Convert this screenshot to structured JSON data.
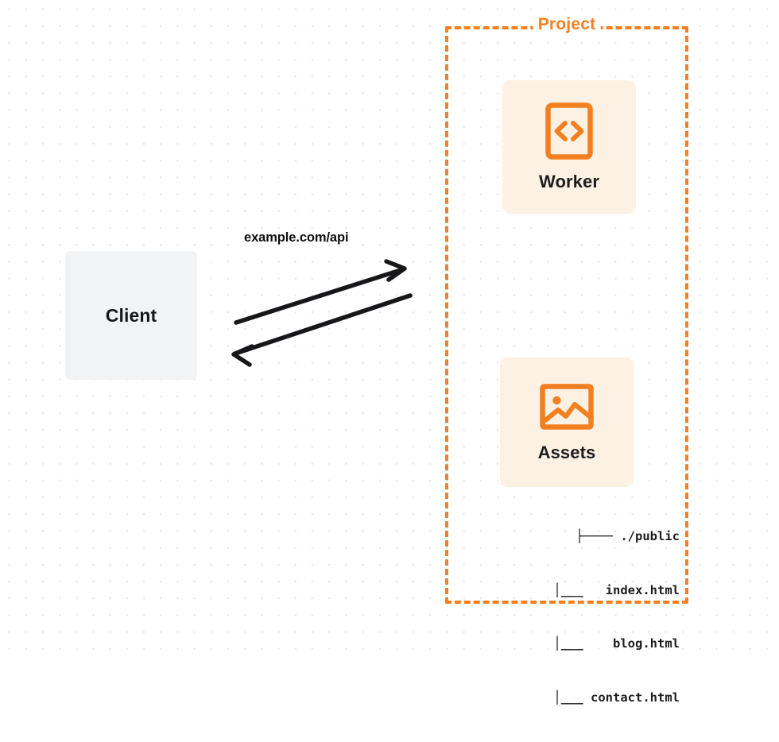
{
  "diagram": {
    "type": "architecture-flow",
    "background": {
      "style": "dotted-grid",
      "dot_color": "#e9e9ec",
      "page_color": "#ffffff"
    },
    "colors": {
      "accent_orange": "#f38020",
      "card_cream": "#fdf1e3",
      "client_gray": "#f2f3f5",
      "text_dark": "#1d1d20",
      "arrow_black": "#17171a"
    },
    "client": {
      "label": "Client",
      "icon": "client-box"
    },
    "connection": {
      "label": "example.com/api",
      "direction": "bidirectional",
      "request_arrow": "client-to-project",
      "response_arrow": "project-to-client"
    },
    "project": {
      "title": "Project",
      "border_style": "dashed",
      "services": [
        {
          "label": "Worker",
          "icon": "code-brackets-icon"
        },
        {
          "label": "Assets",
          "icon": "image-picture-icon"
        }
      ],
      "asset_tree": {
        "rows": [
          "├──── ./public",
          "│___   index.html",
          "│___    blog.html",
          "│___ contact.html"
        ],
        "root": "./public",
        "files": [
          "index.html",
          "blog.html",
          "contact.html"
        ]
      }
    }
  }
}
